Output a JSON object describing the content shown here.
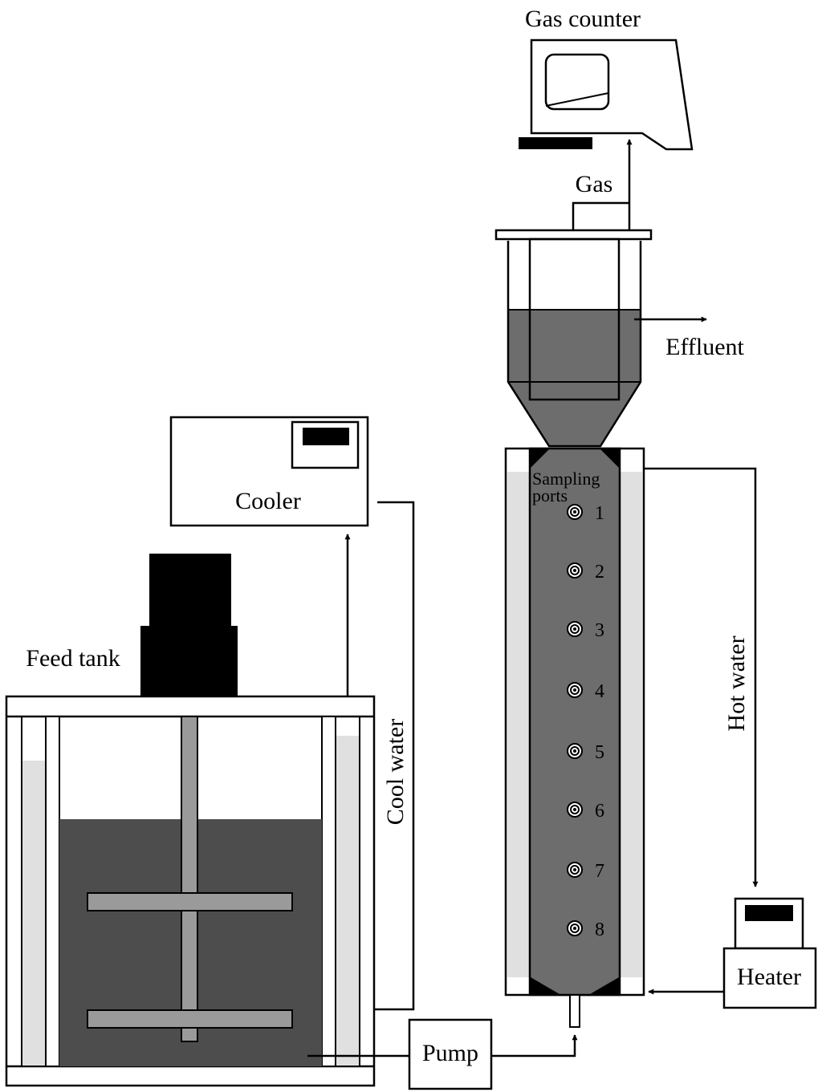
{
  "labels": {
    "gas_counter": "Gas counter",
    "gas": "Gas",
    "effluent": "Effluent",
    "cooler": "Cooler",
    "feed_tank": "Feed tank",
    "cool_water": "Cool water",
    "hot_water": "Hot water",
    "heater": "Heater",
    "pump": "Pump",
    "sampling_ports_line1": "Sampling",
    "sampling_ports_line2": "ports"
  },
  "sampling_ports": [
    "1",
    "2",
    "3",
    "4",
    "5",
    "6",
    "7",
    "8"
  ]
}
